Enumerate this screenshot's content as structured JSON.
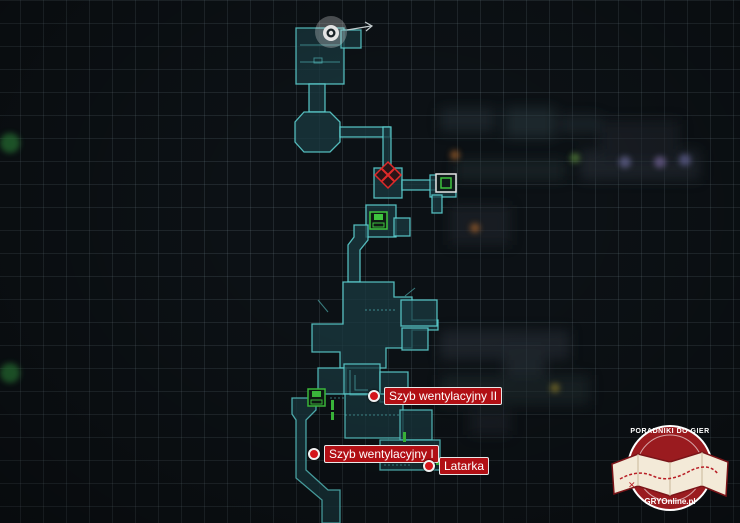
{
  "map": {
    "markers": [
      {
        "label": "Szyb wentylacyjny II"
      },
      {
        "label": "Szyb wentylacyjny I"
      },
      {
        "label": "Latarka"
      }
    ],
    "colors": {
      "marker": "#d4151b",
      "room_outline": "#5fd6d6",
      "room_fill": "#1a3a40",
      "door": "#3ec43e",
      "grid": "#3a4a52"
    },
    "icons": [
      "player-location-icon",
      "save-station-icon",
      "locked-door-icon",
      "computer-terminal-icon"
    ]
  },
  "watermark": {
    "top_text": "PORADNIKI DO GIER",
    "bottom_text": "GRYOnline.pl"
  }
}
